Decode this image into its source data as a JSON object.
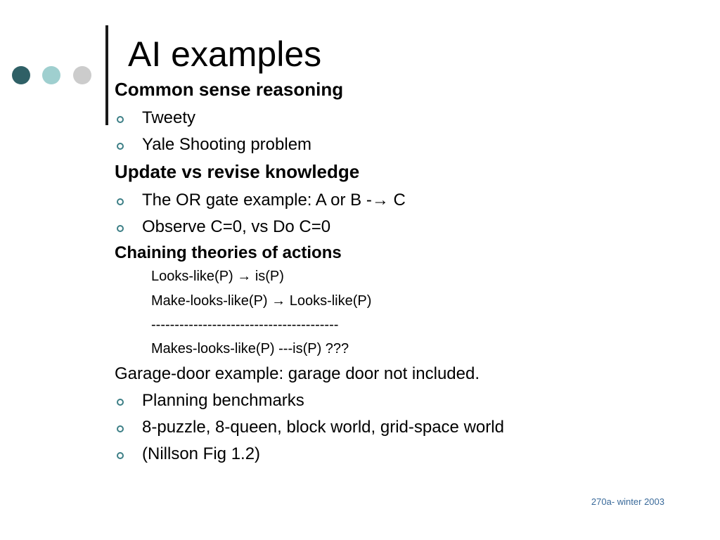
{
  "slide": {
    "title": "AI examples",
    "sections": {
      "common_sense": {
        "heading": "Common sense reasoning",
        "items": [
          "Tweety",
          "Yale Shooting problem"
        ]
      },
      "update_revise": {
        "heading": "Update vs revise knowledge",
        "items": [
          "The OR gate example: A or B -→ C",
          "Observe  C=0, vs Do C=0"
        ]
      },
      "chaining": {
        "heading": "Chaining theories of actions",
        "lines": [
          "Looks-like(P) → is(P)",
          "Make-looks-like(P) → Looks-like(P)",
          "----------------------------------------",
          "Makes-looks-like(P) ---is(P) ???"
        ]
      },
      "garage": {
        "text": "Garage-door example: garage door not included."
      },
      "planning": {
        "items": [
          "Planning benchmarks",
          "8-puzzle, 8-queen, block world, grid-space world",
          "(Nillson Fig 1.2)"
        ]
      }
    },
    "footer": "270a- winter 2003"
  },
  "colors": {
    "dot_dark": "#2f6066",
    "dot_light": "#9fcfcf",
    "dot_gray": "#cccccc",
    "bullet": "#3d7f86",
    "footer": "#3a6a9a"
  }
}
